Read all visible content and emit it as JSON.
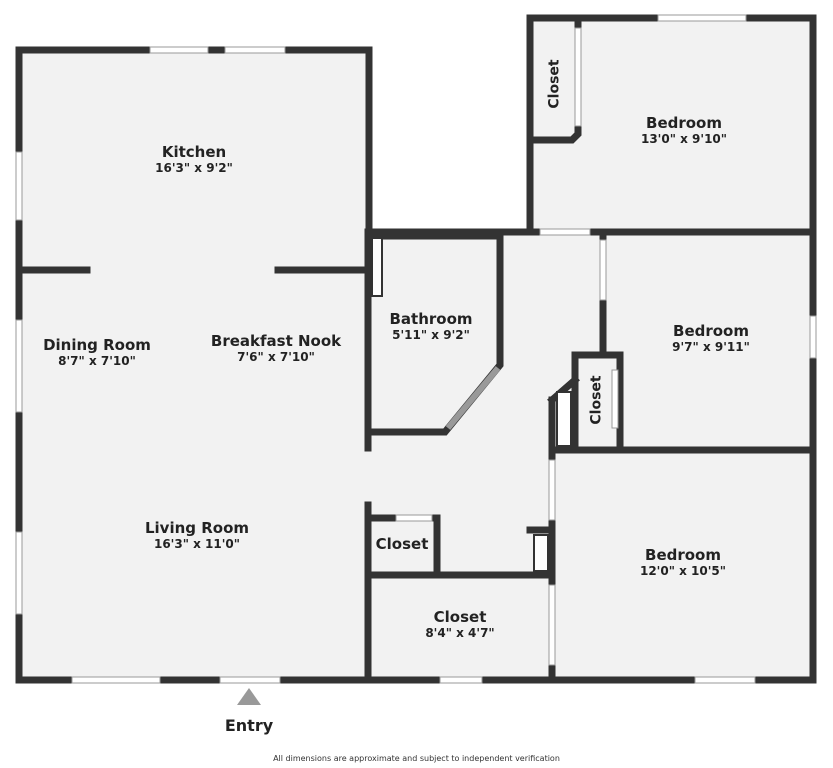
{
  "rooms": [
    {
      "name": "Kitchen",
      "dim": "16'3\" x 9'2\""
    },
    {
      "name": "Dining Room",
      "dim": "8'7\" x 7'10\""
    },
    {
      "name": "Breakfast Nook",
      "dim": "7'6\" x 7'10\""
    },
    {
      "name": "Living Room",
      "dim": "16'3\" x 11'0\""
    },
    {
      "name": "Bathroom",
      "dim": "5'11\" x 9'2\""
    },
    {
      "name": "Bedroom",
      "dim": "13'0\" x 9'10\""
    },
    {
      "name": "Bedroom",
      "dim": "9'7\" x 9'11\""
    },
    {
      "name": "Bedroom",
      "dim": "12'0\" x 10'5\""
    },
    {
      "name": "Closet",
      "dim": "8'4\" x 4'7\""
    }
  ],
  "closets": [
    "Closet",
    "Closet",
    "Closet"
  ],
  "entry": "Entry",
  "footer": "All dimensions are approximate and subject to independent verification",
  "colors": {
    "wall": "#333333",
    "floor": "#f2f2f2"
  }
}
